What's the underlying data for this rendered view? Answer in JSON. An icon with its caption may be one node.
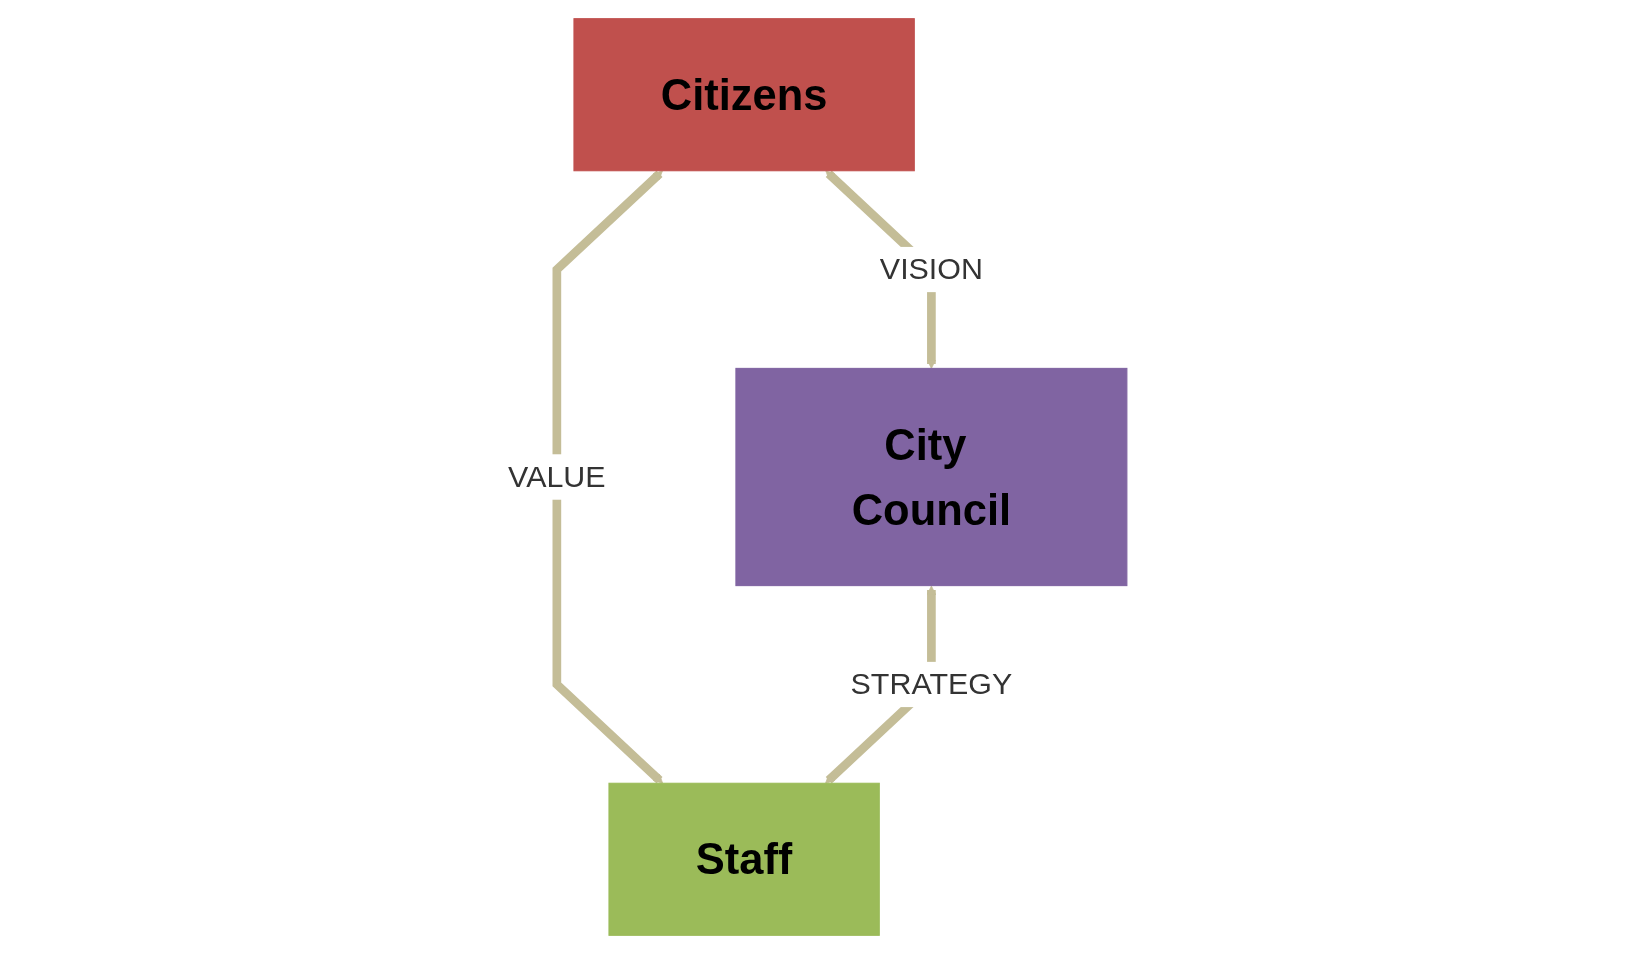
{
  "diagram": {
    "nodes": [
      {
        "text": [
          "Citizens"
        ]
      },
      {
        "text": [
          "City Council"
        ]
      },
      {
        "text": [
          "Staff"
        ]
      }
    ],
    "edges": [
      {
        "from": 0,
        "to": 1,
        "arrow": "both",
        "label": "VISION"
      },
      {
        "from": 0,
        "to": 2,
        "arrow": "both",
        "label": "VALUE"
      },
      {
        "from": 1,
        "to": 2,
        "arrow": "both",
        "label": "STRATEGY"
      }
    ]
  }
}
